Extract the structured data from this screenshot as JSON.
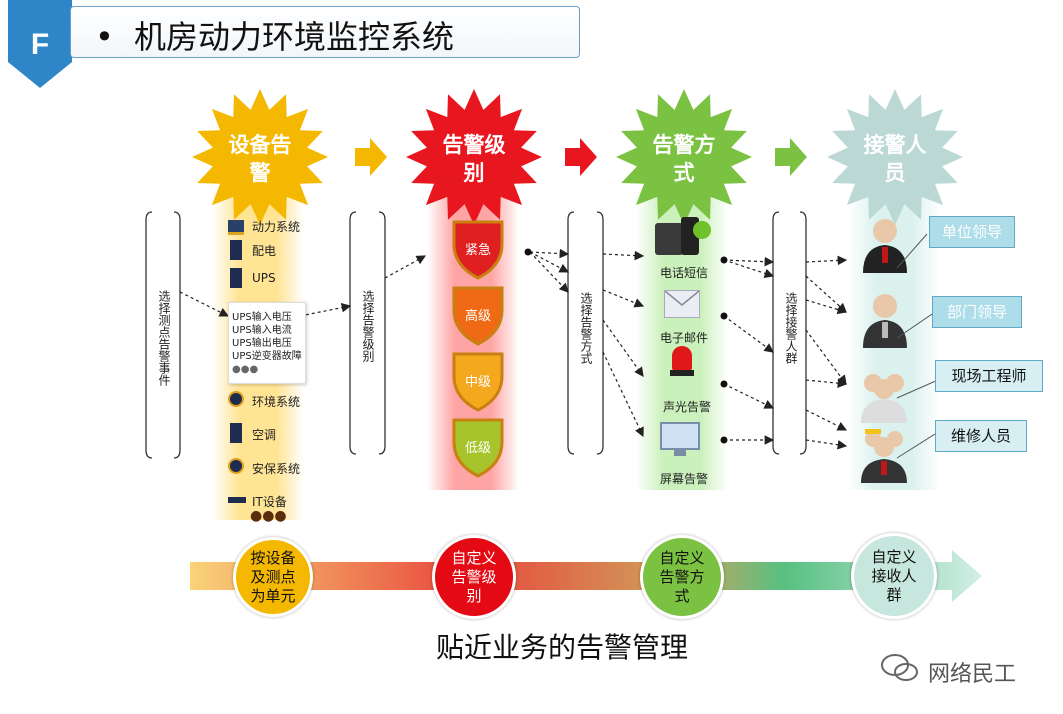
{
  "header": {
    "section_letter": "F",
    "bullet": "•",
    "title": "机房动力环境监控系统"
  },
  "stages": [
    {
      "label_line1": "设备告",
      "label_line2": "警",
      "color": "#f5b800"
    },
    {
      "label_line1": "告警级",
      "label_line2": "别",
      "color": "#e8161e"
    },
    {
      "label_line1": "告警方",
      "label_line2": "式",
      "color": "#7cc242"
    },
    {
      "label_line1": "接警人",
      "label_line2": "员",
      "color": "#bcd8d4"
    }
  ],
  "devices": {
    "items": [
      "动力系统",
      "配电",
      "UPS",
      "环境系统",
      "空调",
      "安保系统",
      "IT设备"
    ],
    "ups_events": [
      "UPS输入电压",
      "UPS输入电流",
      "UPS输出电压",
      "UPS逆变器故障"
    ],
    "ellipsis_dots": "●●●"
  },
  "selectors": {
    "select_events": "选择测点告警事件",
    "select_level": "选择告警级别",
    "select_method": "选择告警方式",
    "select_group": "选择接警人群"
  },
  "levels": [
    "紧急",
    "高级",
    "中级",
    "低级"
  ],
  "methods": [
    "电话短信",
    "电子邮件",
    "声光告警",
    "屏幕告警"
  ],
  "roles": [
    "单位领导",
    "部门领导",
    "现场工程师",
    "维修人员"
  ],
  "bottom_flow": [
    {
      "line1": "按设备",
      "line2": "及测点",
      "line3": "为单元"
    },
    {
      "line1": "自定义",
      "line2": "告警级",
      "line3": "别"
    },
    {
      "line1": "自定义",
      "line2": "告警方",
      "line3": "式"
    },
    {
      "line1": "自定义",
      "line2": "接收人",
      "line3": "群"
    }
  ],
  "caption": "贴近业务的告警管理",
  "watermark": "网络民工",
  "colors": {
    "yellow": "#f5b800",
    "red": "#e8161e",
    "green": "#7cc242",
    "teal": "#bcd8d4",
    "role_box": "#d7eef3"
  }
}
